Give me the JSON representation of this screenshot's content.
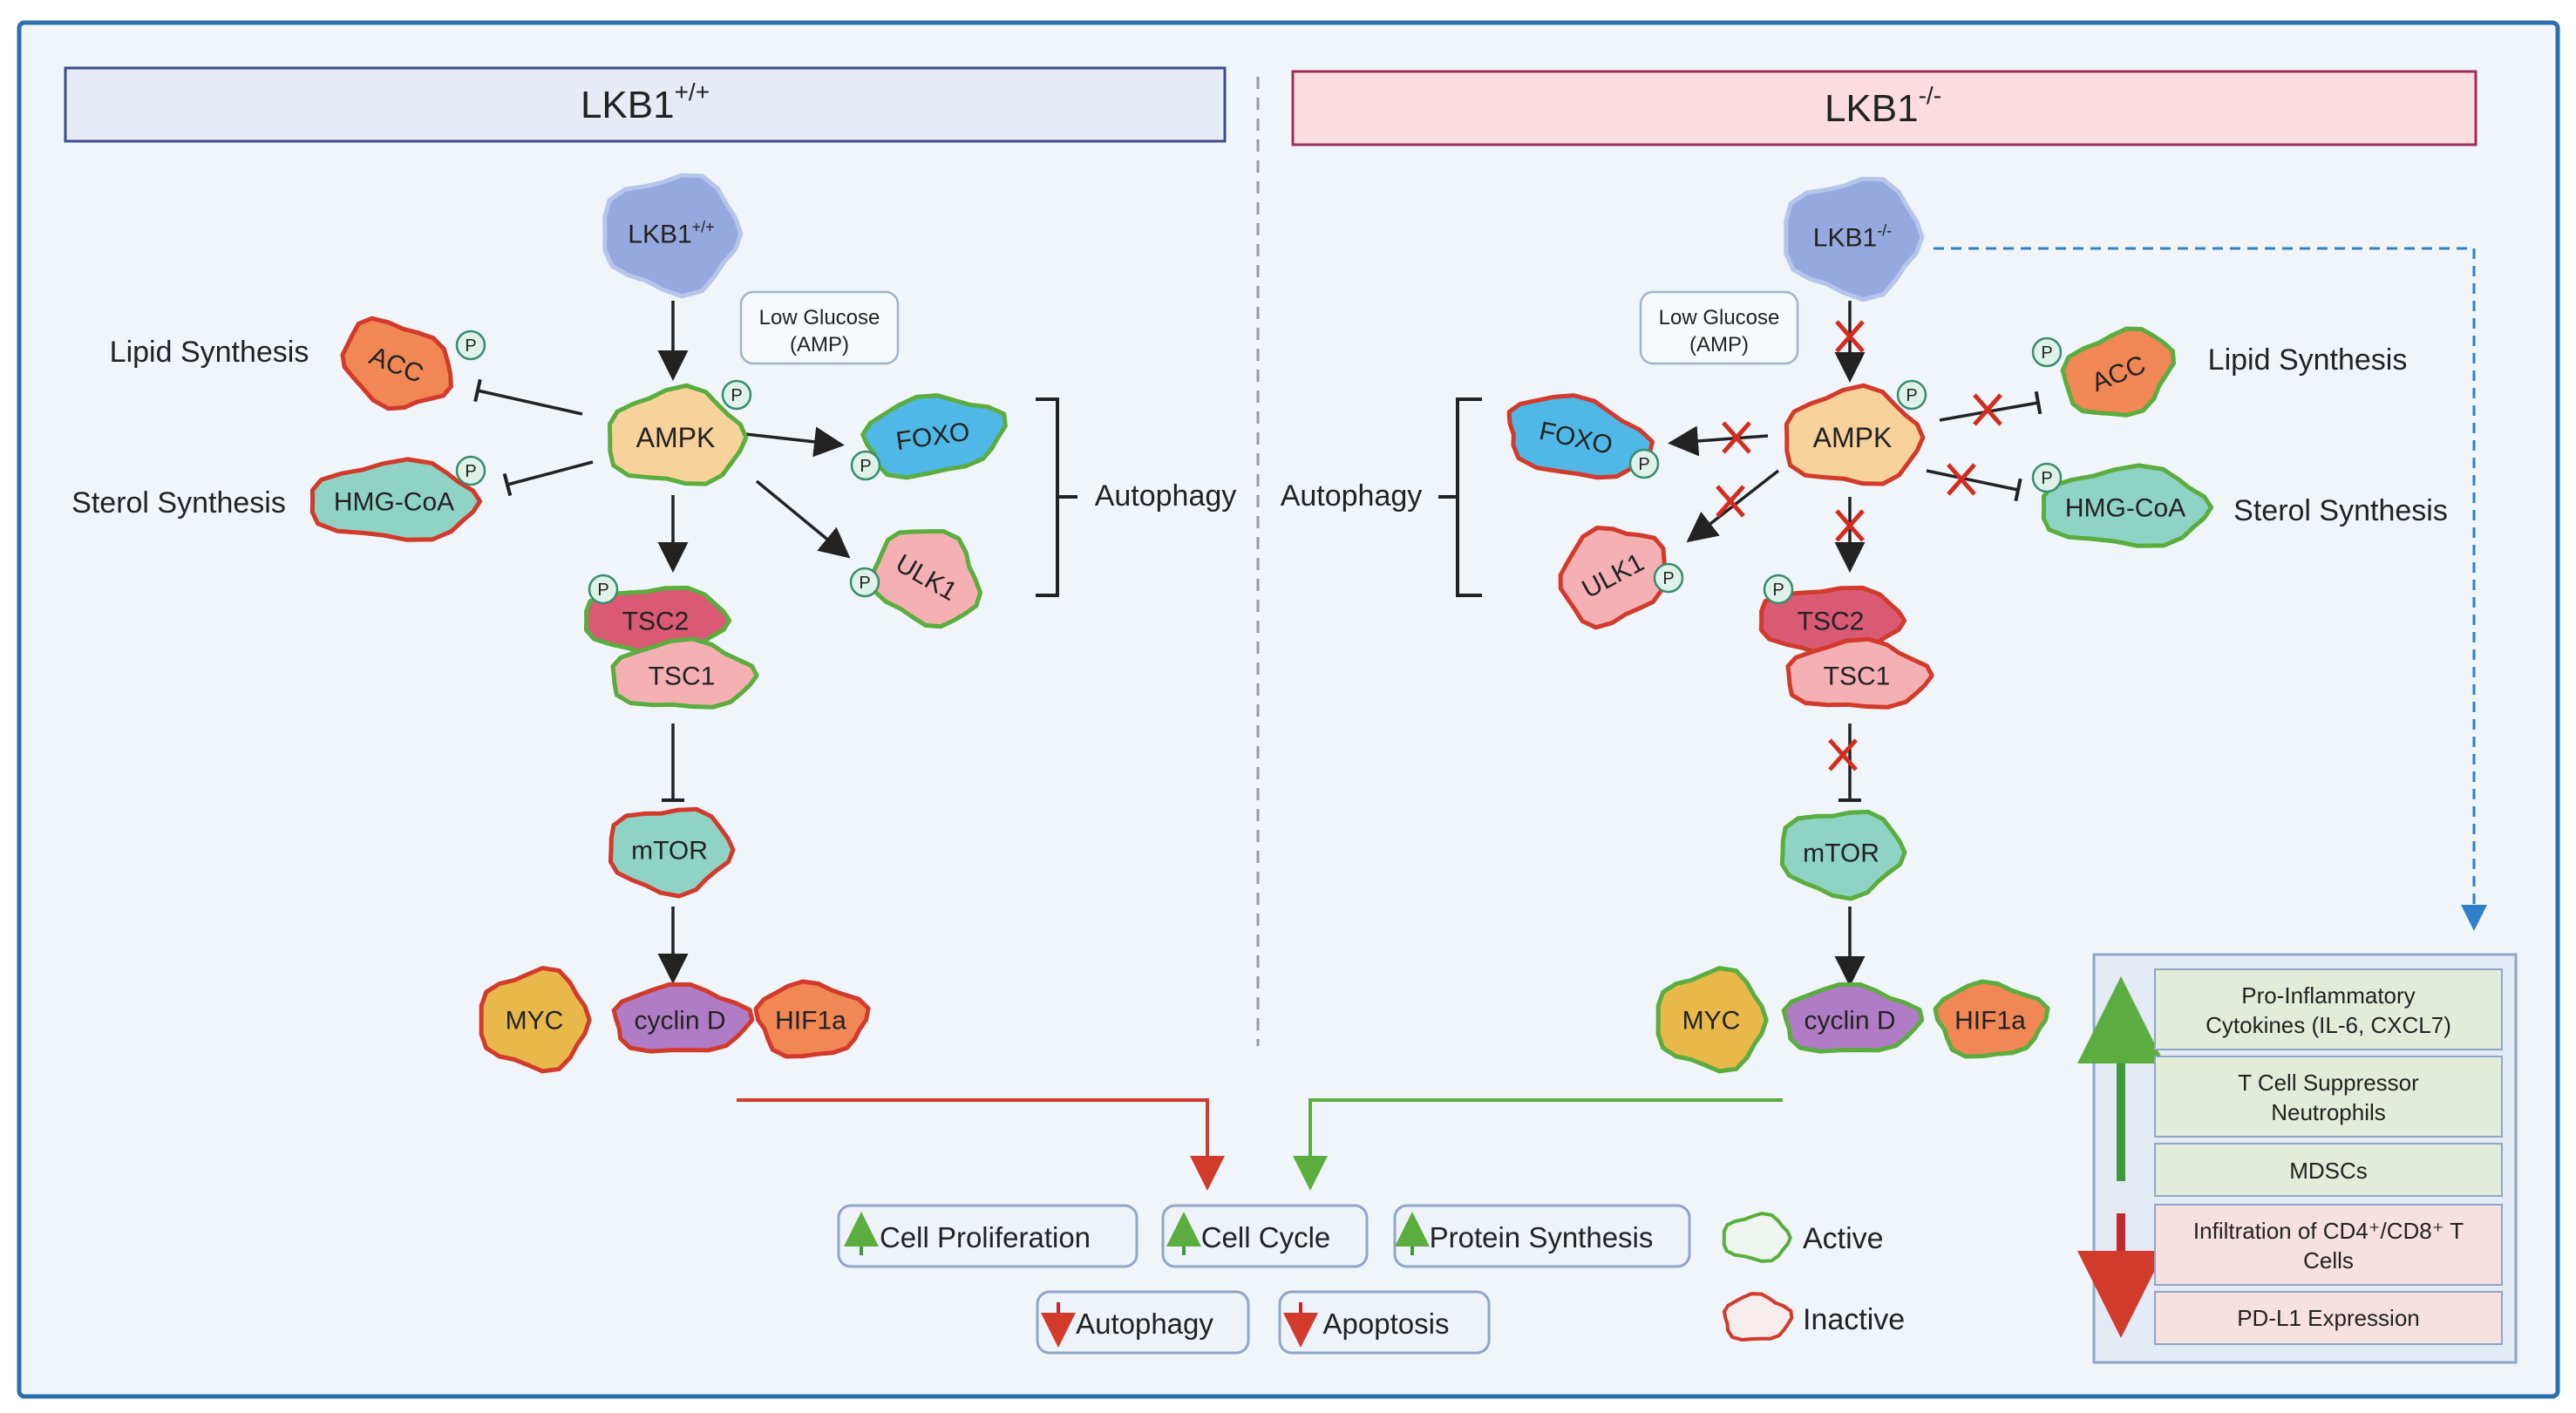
{
  "colors": {
    "background": "#f0f5fa",
    "frame": "#2c6fae",
    "active_outline": "#5aad3e",
    "inactive_outline": "#d23a2b",
    "arrow": "#222222",
    "inhibit_x": "#d52b1e",
    "up_arrow": "#3d9b3a",
    "down_arrow": "#c0282d",
    "dashed_link": "#2f80c8",
    "wt_header_fill": "#e6ebf5",
    "wt_header_stroke": "#3a4e8c",
    "ko_header_fill": "#fbdde1",
    "ko_header_stroke": "#9e2f58",
    "lkb1": "#95a9de",
    "ampk": "#f7d29b",
    "acc": "#f08755",
    "hmg": "#8fd3c4",
    "foxo": "#4fb8e6",
    "ulk1": "#f5b0b3",
    "tsc2": "#d95a72",
    "tsc1": "#f5b0b3",
    "mtor": "#8fd3c4",
    "myc": "#e8b94a",
    "cyclin": "#b07cc6",
    "hif": "#f08755",
    "side_green_box": "#e2ecd9",
    "side_red_box": "#f6e0e0",
    "side_panel_fill": "#e4ebf5"
  },
  "headers": {
    "wt": {
      "base": "LKB1",
      "sup": "+/+"
    },
    "ko": {
      "base": "LKB1",
      "sup": "-/-"
    }
  },
  "phospho_label": "P",
  "wt": {
    "lkb1": {
      "base": "LKB1",
      "sup": "+/+"
    },
    "low_glucose": [
      "Low Glucose",
      "(AMP)"
    ],
    "ampk": "AMPK",
    "acc": "ACC",
    "hmg": "HMG-CoA",
    "foxo": "FOXO",
    "ulk1": "ULK1",
    "tsc2": "TSC2",
    "tsc1": "TSC1",
    "mtor": "mTOR",
    "myc": "MYC",
    "cyclin": "cyclin D",
    "hif": "HIF1a",
    "lipid_label": "Lipid Synthesis",
    "sterol_label": "Sterol Synthesis",
    "autophagy_label": "Autophagy"
  },
  "ko": {
    "lkb1": {
      "base": "LKB1",
      "sup": "-/-"
    },
    "low_glucose": [
      "Low Glucose",
      "(AMP)"
    ],
    "ampk": "AMPK",
    "acc": "ACC",
    "hmg": "HMG-CoA",
    "foxo": "FOXO",
    "ulk1": "ULK1",
    "tsc2": "TSC2",
    "tsc1": "TSC1",
    "mtor": "mTOR",
    "myc": "MYC",
    "cyclin": "cyclin D",
    "hif": "HIF1a",
    "lipid_label": "Lipid Synthesis",
    "sterol_label": "Sterol Synthesis",
    "autophagy_label": "Autophagy"
  },
  "outcomes": {
    "up": [
      "Cell Proliferation",
      "Cell Cycle",
      "Protein Synthesis"
    ],
    "down": [
      "Autophagy",
      "Apoptosis"
    ]
  },
  "legend": {
    "active": "Active",
    "inactive": "Inactive"
  },
  "immune_panel": {
    "items": [
      {
        "lines": [
          "Pro-Inflammatory",
          "Cytokines (IL-6, CXCL7)"
        ]
      },
      {
        "lines": [
          "T Cell Suppressor",
          "Neutrophils"
        ]
      },
      {
        "lines": [
          "MDSCs"
        ]
      },
      {
        "lines": [
          "Infiltration of CD4⁺/CD8⁺ T",
          "Cells"
        ]
      },
      {
        "lines": [
          "PD-L1 Expression"
        ]
      }
    ]
  }
}
